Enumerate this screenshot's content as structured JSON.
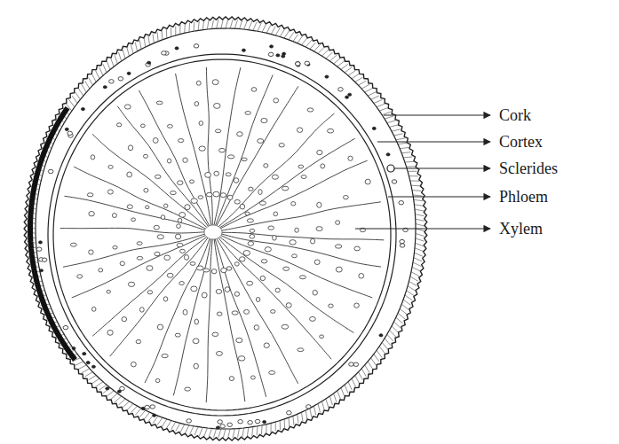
{
  "diagram": {
    "labels": [
      "Cork",
      "Cortex",
      "Sclerides",
      "Phloem",
      "Xylem"
    ]
  }
}
